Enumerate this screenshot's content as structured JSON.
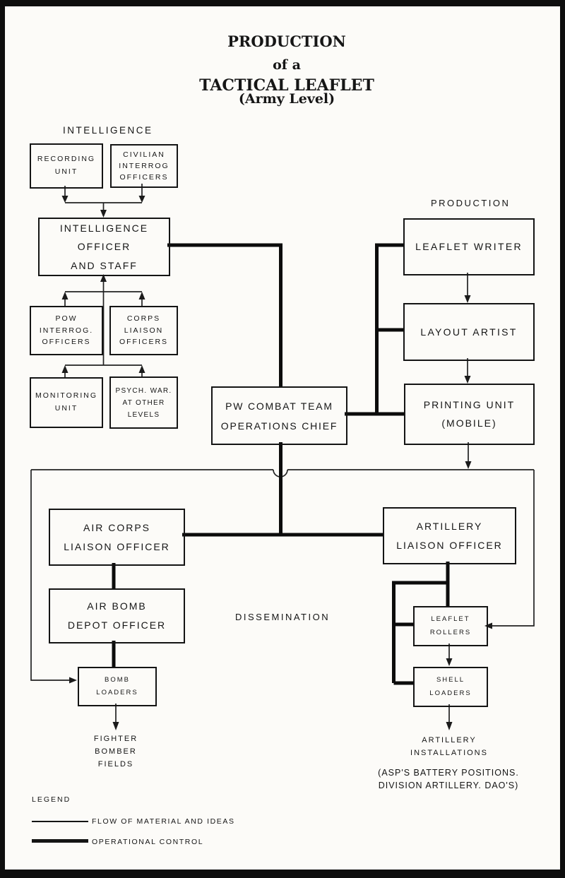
{
  "title": {
    "line1": "PRODUCTION",
    "line2": "of a",
    "line3": "TACTICAL LEAFLET",
    "line4": "(Army Level)"
  },
  "sections": {
    "intelligence": "INTELLIGENCE",
    "production": "PRODUCTION",
    "dissemination": "DISSEMINATION"
  },
  "nodes": {
    "recording_unit": "RECORDING\nUNIT",
    "civilian_interrog": "CIVILIAN\nINTERROG\nOFFICERS",
    "intel_officer": "INTELLIGENCE\nOFFICER\nAND STAFF",
    "pow_interrog": "POW\nINTERROG.\nOFFICERS",
    "corps_liaison": "CORPS\nLIAISON\nOFFICERS",
    "monitoring_unit": "MONITORING\nUNIT",
    "psych_war": "PSYCH. WAR.\nAT OTHER\nLEVELS",
    "pw_combat": "PW COMBAT TEAM\nOPERATIONS CHIEF",
    "leaflet_writer": "LEAFLET WRITER",
    "layout_artist": "LAYOUT ARTIST",
    "printing_unit": "PRINTING UNIT\n(MOBILE)",
    "air_corps": "AIR CORPS\nLIAISON OFFICER",
    "air_bomb": "AIR BOMB\nDEPOT OFFICER",
    "bomb_loaders": "BOMB\nLOADERS",
    "artillery_liaison": "ARTILLERY\nLIAISON OFFICER",
    "leaflet_rollers": "LEAFLET\nROLLERS",
    "shell_loaders": "SHELL\nLOADERS"
  },
  "terminals": {
    "fighter_fields": "FIGHTER\nBOMBER\nFIELDS",
    "artillery_installations": "ARTILLERY\nINSTALLATIONS",
    "artillery_note": "(ASP'S BATTERY POSITIONS.\nDIVISION ARTILLERY. DAO'S)"
  },
  "legend": {
    "title": "LEGEND",
    "items": [
      {
        "label": "FLOW OF MATERIAL AND IDEAS",
        "style": "thin"
      },
      {
        "label": "OPERATIONAL CONTROL",
        "style": "thick"
      }
    ]
  },
  "colors": {
    "ink": "#141414",
    "paper": "#fcfbf8"
  }
}
